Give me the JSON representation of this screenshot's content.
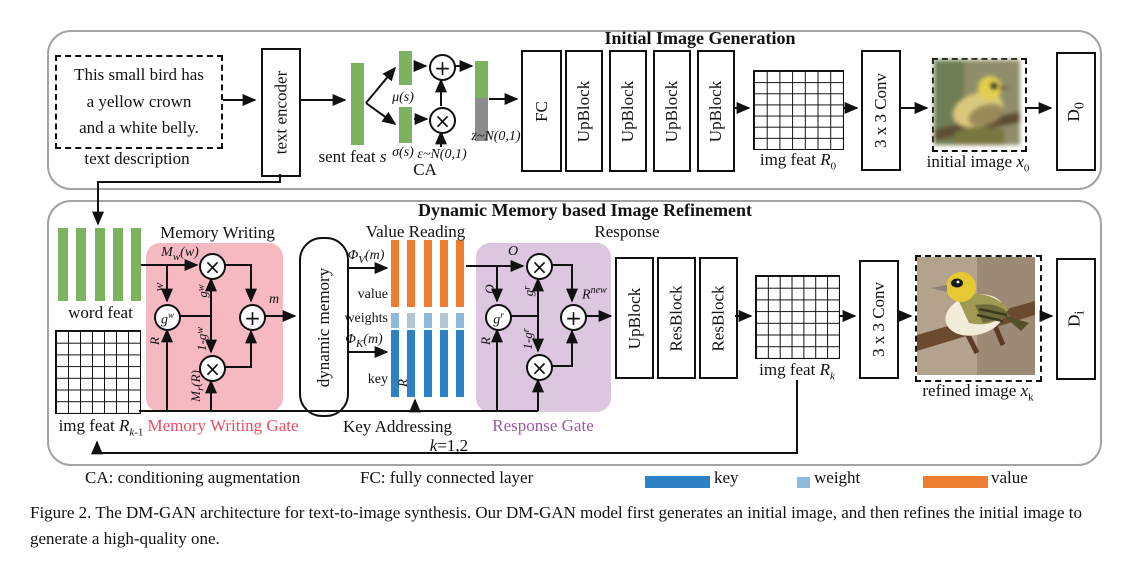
{
  "colors": {
    "green": "#7CB35E",
    "gray_bar": "#8C8C8C",
    "orange": "#ED7D31",
    "blue": "#2E81C3",
    "light_blue": "#8DB9DC",
    "light_blue2": "#B3C6D3",
    "pink": "#F7B9C1",
    "red_text": "#EF4B5D",
    "purple": "#DCC6E0",
    "purple_text": "#9B59A5",
    "line": "#111111"
  },
  "ops": {
    "times": "×",
    "plus": "+"
  },
  "panel1": {
    "title": "Initial Image Generation",
    "text_description_html": "This small bird has<br>a yellow crown<br>and a white belly.",
    "text_description_label": "text description",
    "text_encoder": "text encoder",
    "sent_feat_html": "sent feat <i>s</i>",
    "mu": "μ(s)",
    "sigma": "σ(s)",
    "eps": "ε~N(0,1)",
    "z": "z~N(0,1)",
    "ca": "CA",
    "fc": "FC",
    "upblock": "UpBlock",
    "img_feat_html": "img feat <i>R</i><sub>0</sub>",
    "conv": "3 x 3 Conv",
    "initial_image_html": "initial image <i>x</i><sub>0</sub>",
    "d0_html": "D<sub>0</sub>"
  },
  "panel2": {
    "title": "Dynamic Memory based Image Refinement",
    "word_feat": "word feat",
    "img_feat_in_html": "img feat <i>R</i><sub><i>k</i>-1</sub>",
    "memory_writing": "Memory Writing",
    "memory_writing_gate": "Memory Writing Gate",
    "mw_html": "<i>M<sub>w</sub>(w)</i>",
    "w": "w",
    "r": "R",
    "gw_html": "g<sup>w</sup>",
    "one_minus_gw_html": "1-g<sup>w</sup>",
    "mr_html": "<i>M<sub>r</sub>(R)</i>",
    "m": "m",
    "dynamic_memory": "dynamic memory",
    "value_reading": "Value Reading",
    "phi_v_html": "<i>Φ<sub>V</sub>(m)</i>",
    "phi_k_html": "<i>Φ<sub>K</sub>(m)</i>",
    "value": "value",
    "weights": "weights",
    "key": "key",
    "key_addressing": "Key Addressing",
    "k_eq_html": "<i>k</i>=1,2",
    "response": "Response",
    "response_gate": "Response Gate",
    "o": "O",
    "gr_html": "g<sup>r</sup>",
    "one_minus_gr_html": "1-g<sup>r</sup>",
    "r_new_html": "<i>R</i><sup><i>new</i></sup>",
    "upblock": "UpBlock",
    "resblock": "ResBlock",
    "img_feat_out_html": "img feat <i>R<sub>k</sub></i>",
    "conv": "3 x 3 Conv",
    "refined_image_html": "refined image <i>x</i><sub>k</sub>",
    "di_html": "D<sub>i</sub>"
  },
  "legend": {
    "ca": "CA: conditioning augmentation",
    "fc": "FC: fully connected layer",
    "key": "key",
    "weight": "weight",
    "value": "value"
  },
  "caption": "Figure 2. The DM-GAN architecture for text-to-image synthesis. Our DM-GAN model first generates an initial image, and then refines the initial image to generate a high-quality one."
}
